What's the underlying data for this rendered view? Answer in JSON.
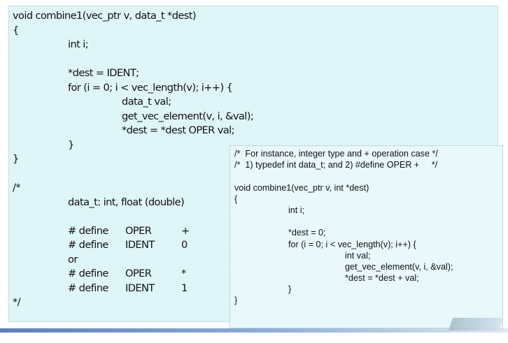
{
  "main_code": {
    "lines": [
      "void combine1(vec_ptr v, data_t *dest)",
      "{",
      "int i;",
      "",
      "*dest = IDENT;",
      "for (i = 0; i < vec_length(v); i++) {",
      "data_t val;",
      "get_vec_element(v, i, &val);",
      "*dest = *dest OPER val;",
      "}",
      "}",
      "",
      "/*",
      "data_t: int, float (double)",
      "",
      "or",
      "*/"
    ],
    "defines": [
      {
        "kw": "# define",
        "name": "OPER",
        "value": "+"
      },
      {
        "kw": "# define",
        "name": "IDENT",
        "value": "0"
      },
      {
        "kw": "# define",
        "name": "OPER",
        "value": "*"
      },
      {
        "kw": "# define",
        "name": "IDENT",
        "value": "1"
      }
    ]
  },
  "overlay_code": {
    "lines": [
      "/*  For instance, integer type and + operation case */",
      "/*  1) typedef int data_t; and 2) #define OPER +     */",
      "",
      "void combine1(vec_ptr v, int *dest)",
      "{",
      "int i;",
      "",
      "*dest = 0;",
      "for (i = 0; i < vec_length(v); i++) {",
      "int val;",
      "get_vec_element(v, i, &val);",
      "*dest = *dest + val;",
      "}",
      "}"
    ]
  },
  "colors": {
    "panel_bg": "#dff6f8",
    "overlay_bg": "#e8f8fb",
    "bar": "#5b7fbd"
  }
}
